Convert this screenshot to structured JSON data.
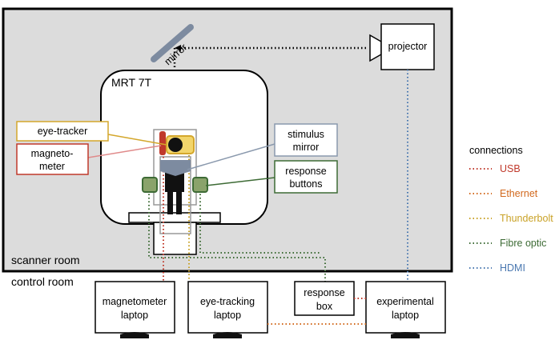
{
  "rooms": {
    "scanner_room": "scanner room",
    "control_room": "control room"
  },
  "scanner": {
    "label": "MRT 7T"
  },
  "components": {
    "mirror": "mirror",
    "projector": "projector",
    "eye_tracker": "eye-tracker",
    "magnetometer_line1": "magneto-",
    "magnetometer_line2": "meter",
    "stimulus_mirror_line1": "stimulus",
    "stimulus_mirror_line2": "mirror",
    "response_buttons_line1": "response",
    "response_buttons_line2": "buttons",
    "response_box_line1": "response",
    "response_box_line2": "box"
  },
  "laptops": {
    "magnetometer_line1": "magnetometer",
    "magnetometer_line2": "laptop",
    "eye_tracking_line1": "eye-tracking",
    "eye_tracking_line2": "laptop",
    "experimental_line1": "experimental",
    "experimental_line2": "laptop"
  },
  "legend": {
    "title": "connections",
    "items": [
      {
        "label": "USB",
        "color": "#c0392b"
      },
      {
        "label": "Ethernet",
        "color": "#d2691e"
      },
      {
        "label": "Thunderbolt",
        "color": "#c9a227"
      },
      {
        "label": "Fibre optic",
        "color": "#3d6b35"
      },
      {
        "label": "HDMI",
        "color": "#4a78b0"
      }
    ]
  },
  "colors": {
    "usb": "#c0392b",
    "ethernet": "#d2691e",
    "thunderbolt": "#c9a227",
    "fibre_optic": "#3d6b35",
    "hdmi": "#4a78b0",
    "eye_tracker_box": "#d4a72c",
    "magnetometer_box": "#c0392b",
    "stimulus_mirror_box": "#8a99ad",
    "response_buttons_box": "#3d6b35",
    "scanner_room_fill": "#dcdcdc",
    "mirror": "#7d8ba0"
  }
}
